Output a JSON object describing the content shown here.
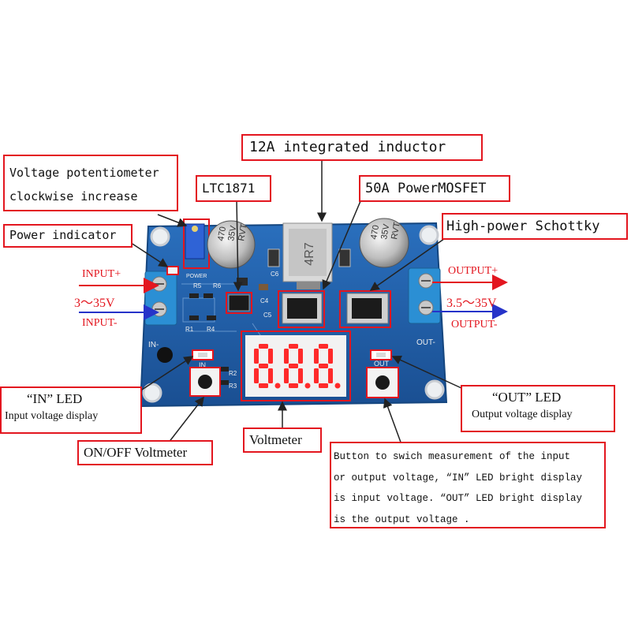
{
  "callouts": {
    "potentiometer": {
      "line1": "Voltage potentiometer",
      "line2": "clockwise increase"
    },
    "power_indicator": "Power indicator",
    "ltc": "LTC1871",
    "inductor": "12A integrated inductor",
    "mosfet": "50A PowerMOSFET",
    "schottky": "High-power Schottky",
    "in_led": {
      "line1": "“IN” LED",
      "line2": "Input voltage display"
    },
    "onoff": "ON/OFF Voltmeter",
    "voltmeter": "Voltmeter",
    "out_led": {
      "line1": "“OUT” LED",
      "line2": "Output voltage display"
    },
    "button": {
      "line1": "Button to swich measurement of the input",
      "line2": "or output voltage, “IN” LED bright display",
      "line3": "is input voltage. “OUT” LED bright display",
      "line4": "is the output voltage ."
    }
  },
  "io": {
    "input_plus": "INPUT+",
    "input_range": "3～35V",
    "input_minus": "INPUT-",
    "output_plus": "OUTPUT+",
    "output_range": "3.5～35V",
    "output_minus": "OUTPUT-"
  },
  "board": {
    "display": "8.8.8.",
    "in_label": "IN",
    "out_label": "OUT",
    "in_minus": "IN-",
    "out_minus": "OUT-",
    "power_label": "POWER",
    "inductor_code": "4R7",
    "cap_value": "470",
    "cap_voltage": "35V",
    "cap_brand": "RVT",
    "ref_c6": "C6",
    "ref_c4": "C4",
    "ref_c5": "C5",
    "ref_r5": "R5",
    "ref_r6": "R6",
    "ref_r1": "R1",
    "ref_r4": "R4",
    "ref_r2": "R2",
    "ref_r3": "R3"
  },
  "colors": {
    "pcb": "#1f5fa8",
    "callout_border": "#e3161f",
    "arrow_red": "#e3161f",
    "arrow_blue": "#2633c9",
    "segment_red": "#ff2a2a",
    "terminal_blue": "#2b8fd4"
  }
}
